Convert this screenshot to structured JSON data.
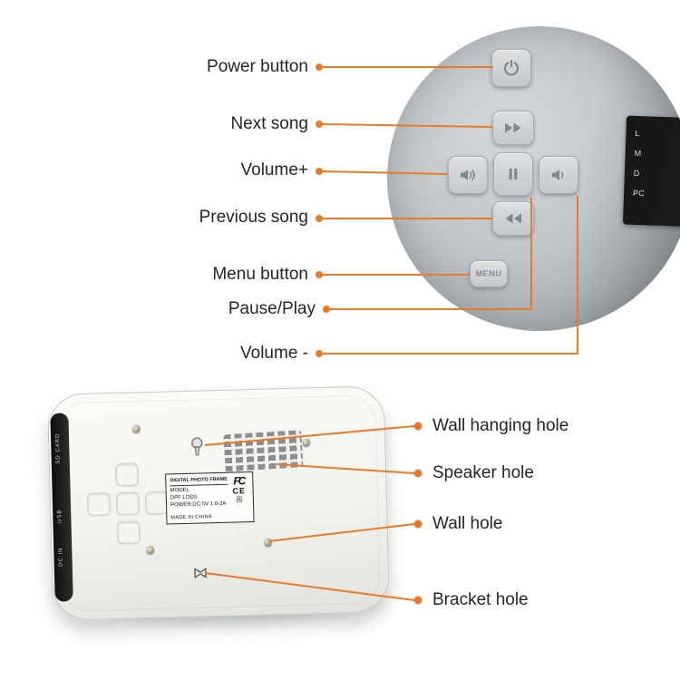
{
  "page": {
    "background": "#ffffff",
    "accent_color": "#e87b2a",
    "text_color": "#262626",
    "device_color": "#f2f2ee",
    "panel_color": "#b9bdc0"
  },
  "top_section": {
    "labels": [
      {
        "text": "Power button"
      },
      {
        "text": "Next song"
      },
      {
        "text": "Volume+"
      },
      {
        "text": "Previous song"
      },
      {
        "text": "Menu button"
      },
      {
        "text": "Pause/Play"
      },
      {
        "text": "Volume -"
      }
    ],
    "menu_button_label": "MENU",
    "partial_sticker_lines": [
      "L",
      "M",
      "D",
      "PC"
    ]
  },
  "bottom_section": {
    "labels": [
      {
        "text": "Wall hanging hole"
      },
      {
        "text": "Speaker hole"
      },
      {
        "text": "Wall hole"
      },
      {
        "text": "Bracket hole"
      }
    ],
    "side_ports": [
      "SD CARD",
      "USB",
      "DC IN"
    ],
    "sticker": {
      "title": "DIGITAL PHOTO FRAME",
      "model_label": "MODEL:",
      "model_value": "DPF LODS",
      "power": "POWER:DC 5V 1.0-2A",
      "made_in": "MADE IN CHINA",
      "fcc_mark": "FC",
      "ce_mark": "CE",
      "weee_glyph": "☒"
    }
  }
}
